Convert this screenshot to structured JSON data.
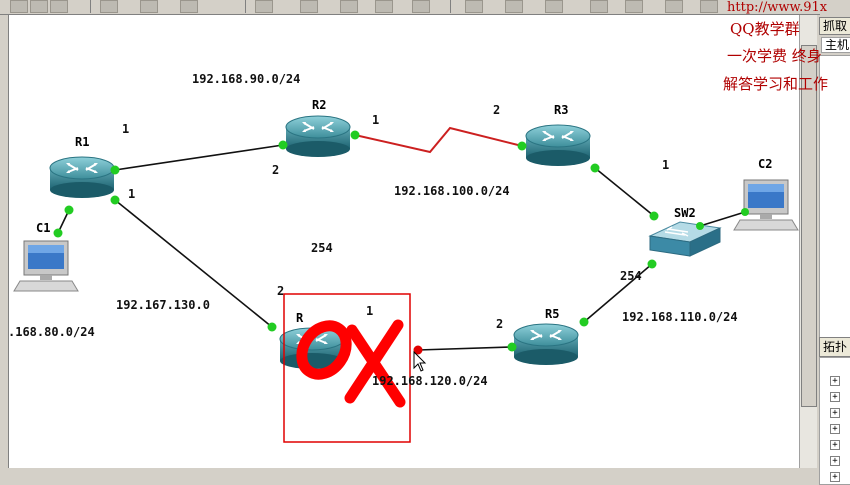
{
  "window": {
    "right_panel": {
      "tab_capture": "抓取",
      "tab_host": "主机",
      "topology_header": "拓扑"
    },
    "watermark": {
      "url": "http://www.91x",
      "line1": "QQ教学群",
      "line2": "一次学费  终身",
      "line3": "解答学习和工作"
    }
  },
  "topology": {
    "nodes": {
      "R1": "R1",
      "R2": "R2",
      "R3": "R3",
      "R5": "R5",
      "R4": "R",
      "SW2": "SW2",
      "C1": "C1",
      "C2": "C2"
    },
    "networks": {
      "net_r1_r2": "192.168.90.0/24",
      "net_r2_r3": "192.168.100.0/24",
      "net_r1_r4": "192.167.130.0",
      "net_c1": ".168.80.0/24",
      "net_r4_r5": "192.168.120.0/24",
      "net_r5_sw": "192.168.110.0/24"
    },
    "port_labels": {
      "r1_top": "1",
      "r1_bottom": "1",
      "r2_left": "2",
      "r2_right": "1",
      "r3_left": "2",
      "r3_right": "1",
      "r4_top": "2",
      "r4_right": "1",
      "r5_left": "2",
      "sw_bottom": "254",
      "center": "254"
    },
    "links": {
      "R1-R2": "up",
      "R2-R3": "up (serial)",
      "R3-SW2": "up",
      "SW2-C2": "up",
      "SW2-R5": "up",
      "R5-R4": "down on R4 side",
      "R4-R1": "up",
      "R1-C1": "up"
    },
    "annotation": "0X",
    "colors": {
      "link_up": "#00cc00",
      "link_down": "#e00000",
      "serial": "#cc2020",
      "annotation": "#ff0000"
    }
  }
}
